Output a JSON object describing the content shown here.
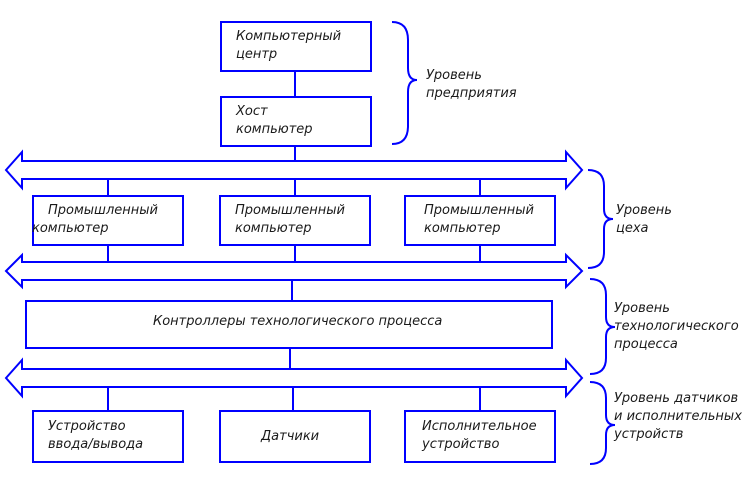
{
  "colors": {
    "lines": "#0000ff",
    "text": "#1a1a1a",
    "background": "#ffffff"
  },
  "boxes": {
    "computer_center": {
      "line1": "Компьютерный",
      "line2": "центр"
    },
    "host_computer": {
      "line1": "Хост",
      "line2": "компьютер"
    },
    "industrial_1": {
      "line1": "Промышленный",
      "line2": "компьютер"
    },
    "industrial_2": {
      "line1": "Промышленный",
      "line2": "компьютер"
    },
    "industrial_3": {
      "line1": "Промышленный",
      "line2": "компьютер"
    },
    "process_controllers": {
      "text": "Контроллеры технологического процесса"
    },
    "io_device": {
      "line1": "Устройство",
      "line2": "ввода/вывода"
    },
    "sensors": {
      "text": "Датчики"
    },
    "actuator": {
      "line1": "Исполнительное",
      "line2": "устройство"
    }
  },
  "levels": {
    "enterprise": {
      "line1": "Уровень",
      "line2": "предприятия"
    },
    "workshop": {
      "line1": "Уровень",
      "line2": "цеха"
    },
    "process": {
      "line1": "Уровень",
      "line2": "технологического",
      "line3": "процесса"
    },
    "sensors": {
      "line1": "Уровень датчиков",
      "line2": "и исполнительных",
      "line3": "устройств"
    }
  }
}
